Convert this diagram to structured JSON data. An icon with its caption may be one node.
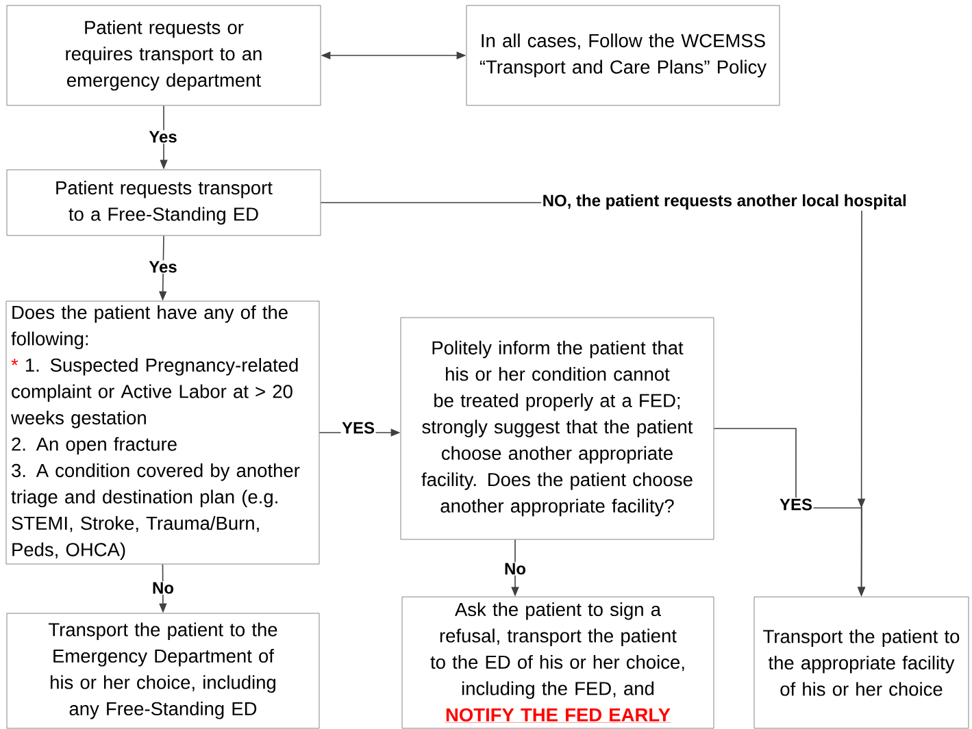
{
  "diagram": {
    "nodes": [
      {
        "text": [
          "Patient requests or requires transport to an emergency department"
        ]
      },
      {
        "text": [
          "In all cases, Follow the WCEMSS “Transport and Care Plans” Policy"
        ]
      },
      {
        "text": [
          "Patient requests transport to a Free-Standing ED"
        ]
      },
      {
        "text": [
          "Does the patient have any of the following:",
          "*",
          "1. Suspected Pregnancy-related complaint or Active Labor at > 20 weeks gestation",
          "2. An open fracture",
          "3. A condition covered by another triage and destination plan (e.g. STEMI, Stroke, Trauma/Burn, Peds, OHCA)"
        ]
      },
      {
        "text": [
          "Politely inform the patient that his or her condition cannot be treated properly at a FED; strongly suggest that the patient choose another appropriate facility. Does the patient choose another appropriate facility?"
        ]
      },
      {
        "text": [
          "Transport the patient to the Emergency Department of his or her choice, including any Free-Standing ED"
        ]
      },
      {
        "text": [
          "Ask the patient to sign a refusal, transport the patient to the ED of his or her choice, including the FED, and",
          "NOTIFY THE FED EARLY"
        ]
      },
      {
        "text": [
          "Transport the patient to the appropriate facility of his or her choice"
        ]
      }
    ],
    "edges": [
      {
        "from": 0,
        "to": 1,
        "arrow": "both"
      },
      {
        "from": 0,
        "to": 2,
        "arrow": "to",
        "label": "Yes"
      },
      {
        "from": 2,
        "to": 7,
        "arrow": "to",
        "label": "NO, the patient requests another local hospital"
      },
      {
        "from": 2,
        "to": 3,
        "arrow": "to",
        "label": "Yes"
      },
      {
        "from": 3,
        "to": 4,
        "arrow": "to",
        "label": "YES"
      },
      {
        "from": 4,
        "to": 7,
        "arrow": "to",
        "label": "YES"
      },
      {
        "from": 3,
        "to": 5,
        "arrow": "to",
        "label": "No"
      },
      {
        "from": 4,
        "to": 6,
        "arrow": "to",
        "label": "No"
      }
    ]
  }
}
